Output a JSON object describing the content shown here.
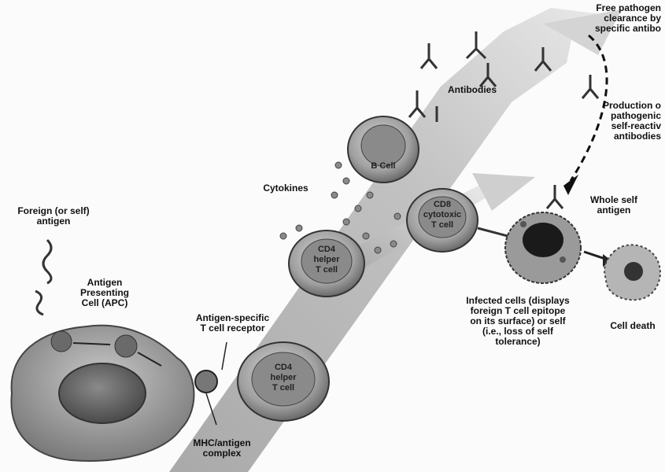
{
  "labels": {
    "free_pathogen": "Free pathogen\nclearance by\nspecific antibo",
    "antibodies": "Antibodies",
    "production": "Production o\npathogenic\nself-reactiv\nantibodies",
    "cytokines": "Cytokines",
    "whole_self_antigen": "Whole self\nantigen",
    "foreign_antigen": "Foreign (or self)\nantigen",
    "apc": "Antigen\nPresenting\nCell (APC)",
    "tcr": "Antigen-specific\nT cell receptor",
    "infected_cells": "Infected cells (displays\nforeign T cell epitope\non its surface) or self\n(i.e., loss of self\ntolerance)",
    "cell_death": "Cell death",
    "mhc_complex": "MHC/antigen\ncomplex"
  },
  "cells": {
    "b_cell": "B Cell",
    "cd8_line1": "CD8",
    "cd8_line2": "cytotoxic",
    "cd8_line3": "T cell",
    "cd4_upper_line1": "CD4",
    "cd4_upper_line2": "helper",
    "cd4_upper_line3": "T cell",
    "cd4_lower_line1": "CD4",
    "cd4_lower_line2": "helper",
    "cd4_lower_line3": "T cell"
  }
}
